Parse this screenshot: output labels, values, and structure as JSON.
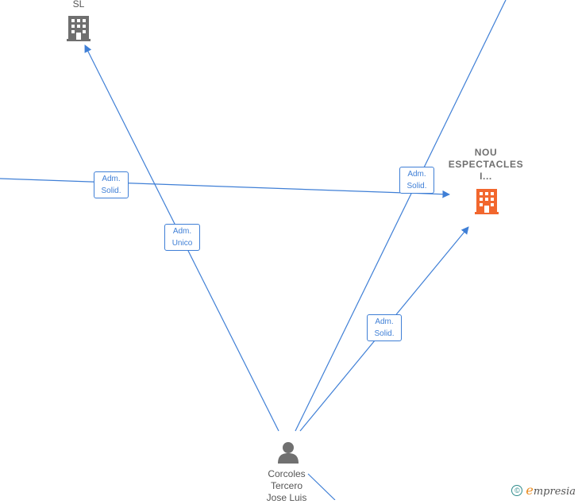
{
  "nodes": {
    "company_top": {
      "label": "SL",
      "icon": "building-icon",
      "color": "#6f6f6f"
    },
    "company_main": {
      "label_lines": [
        "NOU",
        "ESPECTACLES",
        "I..."
      ],
      "icon": "building-icon",
      "color": "#f2672e"
    },
    "person": {
      "label_lines": [
        "Corcoles",
        "Tercero",
        "Jose Luis"
      ],
      "icon": "person-icon",
      "color": "#707070"
    }
  },
  "edges": [
    {
      "id": "e1",
      "lines": [
        "Adm.",
        "Solid."
      ]
    },
    {
      "id": "e2",
      "lines": [
        "Adm.",
        "Unico"
      ]
    },
    {
      "id": "e3",
      "lines": [
        "Adm.",
        "Solid."
      ]
    },
    {
      "id": "e4",
      "lines": [
        "Adm.",
        "Solid."
      ]
    }
  ],
  "colors": {
    "edge": "#3f7fd6"
  },
  "watermark": {
    "symbol": "©",
    "brand_initial": "e",
    "brand_rest": "mpresia"
  }
}
